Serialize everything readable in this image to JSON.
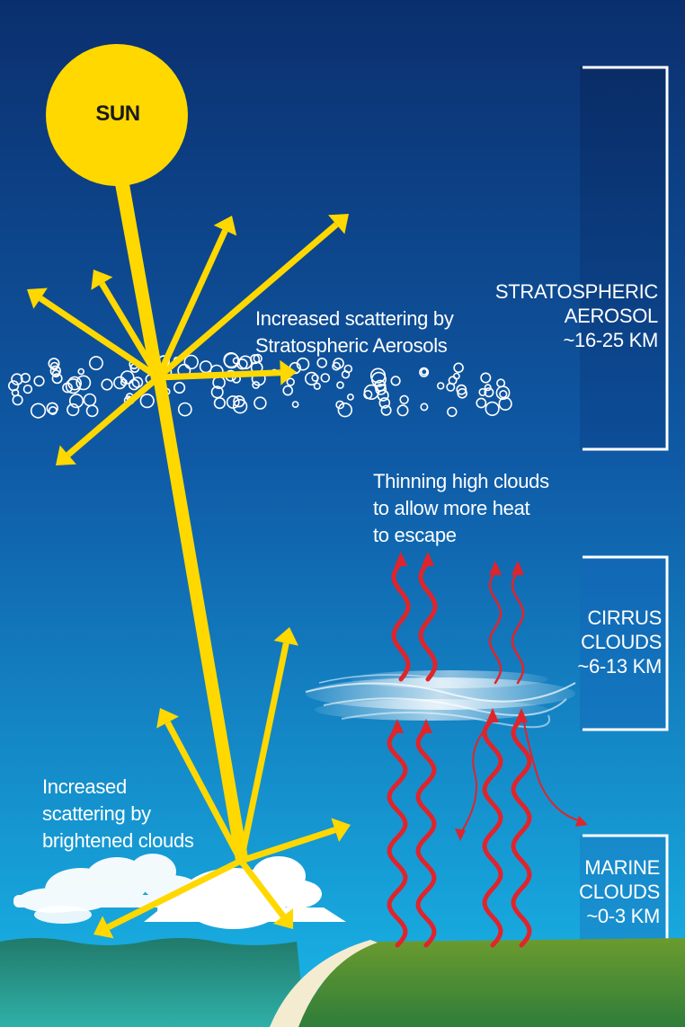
{
  "colors": {
    "sky_top": "#0b2f6e",
    "sky_bottom": "#19b7e8",
    "sun": "#ffd800",
    "sun_label": "#1a1a1a",
    "heat_arrow": "#e0242b",
    "ocean": "#1d8f83",
    "land": "#4f8e2c",
    "beach": "#f4ecd0",
    "bracket": "#ffffff"
  },
  "sun": {
    "label": "SUN",
    "icon": "sun-disc"
  },
  "annotations": {
    "aerosol_scattering": [
      "Increased scattering by",
      "Stratospheric Aerosols"
    ],
    "cloud_thinning": [
      "Thinning high clouds",
      "to allow more heat",
      "to escape"
    ],
    "cloud_scattering": [
      "Increased",
      "scattering by",
      "brightened clouds"
    ]
  },
  "zones": {
    "stratospheric": [
      "STRATOSPHERIC",
      "AEROSOL",
      "~16-25 KM"
    ],
    "cirrus": [
      "CIRRUS",
      "CLOUDS",
      "~6-13 KM"
    ],
    "marine": [
      "MARINE",
      "CLOUDS",
      "~0-3 KM"
    ]
  }
}
